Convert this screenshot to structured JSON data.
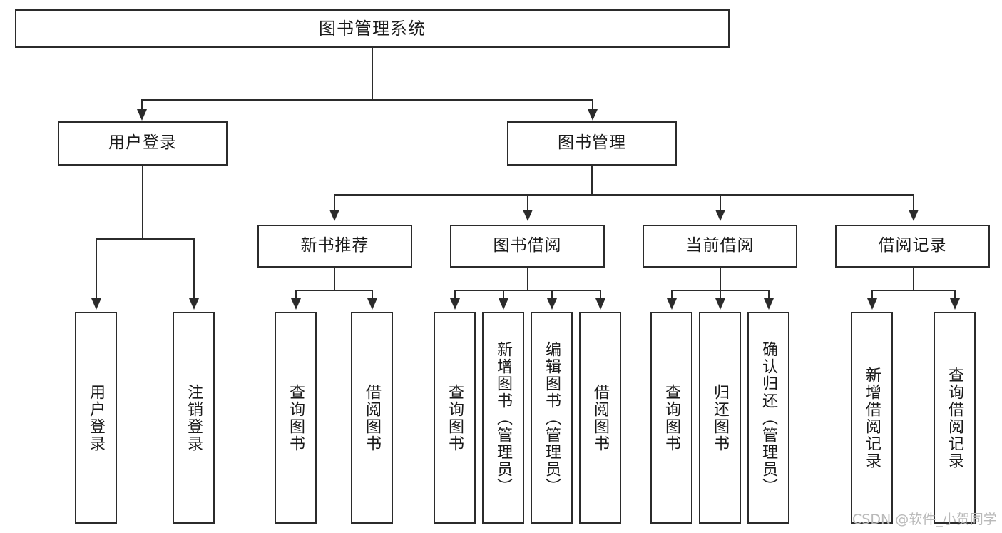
{
  "diagram": {
    "title_node": {
      "label": "图书管理系统"
    },
    "level2": [
      {
        "id": "user-login",
        "label": "用户登录"
      },
      {
        "id": "book-management",
        "label": "图书管理"
      }
    ],
    "level3": [
      {
        "id": "new-book-recommend",
        "label": "新书推荐"
      },
      {
        "id": "book-borrow",
        "label": "图书借阅"
      },
      {
        "id": "current-borrow",
        "label": "当前借阅"
      },
      {
        "id": "borrow-record",
        "label": "借阅记录"
      }
    ],
    "leaves": [
      {
        "id": "leaf-user-login",
        "label": "用户登录"
      },
      {
        "id": "leaf-logout-login",
        "label": "注销登录"
      },
      {
        "id": "leaf-query-book-1",
        "label": "查询图书"
      },
      {
        "id": "leaf-borrow-book-1",
        "label": "借阅图书"
      },
      {
        "id": "leaf-query-book-2",
        "label": "查询图书"
      },
      {
        "id": "leaf-add-book-admin",
        "label": "新增图书（管理员）"
      },
      {
        "id": "leaf-edit-book-admin",
        "label": "编辑图书（管理员）"
      },
      {
        "id": "leaf-borrow-book-2",
        "label": "借阅图书"
      },
      {
        "id": "leaf-query-book-3",
        "label": "查询图书"
      },
      {
        "id": "leaf-return-book",
        "label": "归还图书"
      },
      {
        "id": "leaf-confirm-return-admin",
        "label": "确认归还（管理员）"
      },
      {
        "id": "leaf-add-borrow-record",
        "label": "新增借阅记录"
      },
      {
        "id": "leaf-query-borrow-record",
        "label": "查询借阅记录"
      }
    ],
    "watermark": {
      "text": "CSDN @软件_小贺同学"
    },
    "colors": {
      "stroke": "#2b2b2b",
      "fill": "#ffffff",
      "text": "#1a1a1a",
      "watermark": "#b9b9b9"
    }
  },
  "chart_data": {
    "type": "tree-diagram",
    "title": "图书管理系统 功能结构图",
    "root": "图书管理系统",
    "nodes": [
      {
        "label": "图书管理系统",
        "level": 0,
        "children": [
          {
            "label": "用户登录",
            "level": 1,
            "children": [
              {
                "label": "用户登录",
                "level": 2,
                "children": []
              },
              {
                "label": "注销登录",
                "level": 2,
                "children": []
              }
            ]
          },
          {
            "label": "图书管理",
            "level": 1,
            "children": [
              {
                "label": "新书推荐",
                "level": 2,
                "children": [
                  {
                    "label": "查询图书",
                    "level": 3,
                    "children": []
                  },
                  {
                    "label": "借阅图书",
                    "level": 3,
                    "children": []
                  }
                ]
              },
              {
                "label": "图书借阅",
                "level": 2,
                "children": [
                  {
                    "label": "查询图书",
                    "level": 3,
                    "children": []
                  },
                  {
                    "label": "新增图书（管理员）",
                    "level": 3,
                    "children": []
                  },
                  {
                    "label": "编辑图书（管理员）",
                    "level": 3,
                    "children": []
                  },
                  {
                    "label": "借阅图书",
                    "level": 3,
                    "children": []
                  }
                ]
              },
              {
                "label": "当前借阅",
                "level": 2,
                "children": [
                  {
                    "label": "查询图书",
                    "level": 3,
                    "children": []
                  },
                  {
                    "label": "归还图书",
                    "level": 3,
                    "children": []
                  },
                  {
                    "label": "确认归还（管理员）",
                    "level": 3,
                    "children": []
                  }
                ]
              },
              {
                "label": "借阅记录",
                "level": 2,
                "children": [
                  {
                    "label": "新增借阅记录",
                    "level": 3,
                    "children": []
                  },
                  {
                    "label": "查询借阅记录",
                    "level": 3,
                    "children": []
                  }
                ]
              }
            ]
          }
        ]
      }
    ]
  }
}
